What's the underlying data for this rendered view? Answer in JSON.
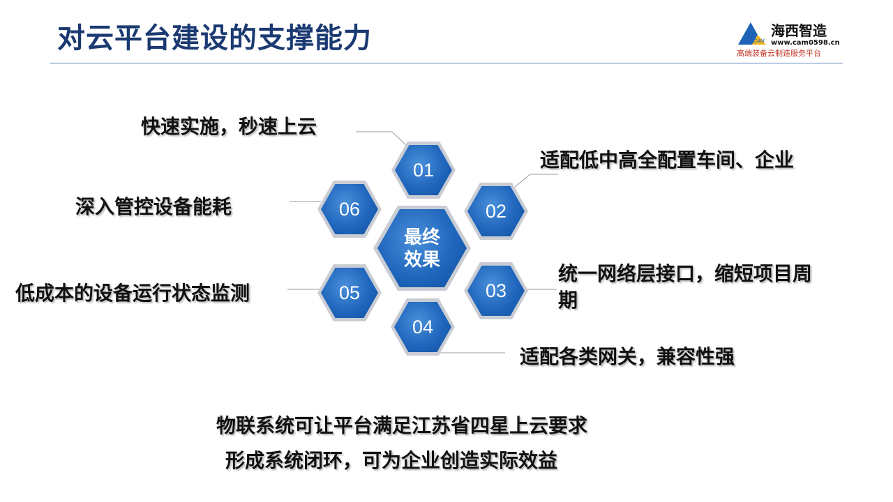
{
  "title": "对云平台建设的支撑能力",
  "logo": {
    "name": "海西智造",
    "url": "www.cam0598.cn",
    "tagline": "高端装备云制造服务平台",
    "mark_text": "CAM",
    "colors": {
      "mark_left": "#1e63b8",
      "mark_right": "#f2b61c"
    }
  },
  "center": {
    "line1": "最终",
    "line2": "效果"
  },
  "hexes": [
    {
      "id": "01",
      "label": "快速实施，秒速上云"
    },
    {
      "id": "02",
      "label": "适配低中高全配置车间、企业"
    },
    {
      "id": "03",
      "label": "统一网络层接口，缩短项目周期"
    },
    {
      "id": "04",
      "label": "适配各类网关，兼容性强"
    },
    {
      "id": "05",
      "label": "低成本的设备运行状态监测"
    },
    {
      "id": "06",
      "label": "深入管控设备能耗"
    }
  ],
  "bottom": {
    "line1": "物联系统可让平台满足江苏省四星上云要求",
    "line2": "形成系统闭环，可为企业创造实际效益"
  },
  "colors": {
    "title": "#1b3a72",
    "hex_fill": "#1f66bd",
    "hex_border": "#c9cdd3",
    "leader_line": "#9a9a9a"
  }
}
